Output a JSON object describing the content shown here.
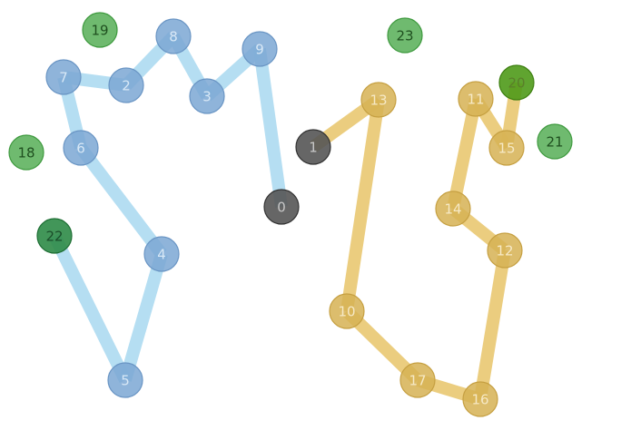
{
  "diagram": {
    "colors": {
      "blue_path": "#a8d8f0",
      "blue_node": "#7ba7d4",
      "blue_node_stroke": "#6a95c4",
      "blue_label": "#d8e8f6",
      "gold_path": "#e8c468",
      "gold_node": "#d6b154",
      "gold_node_stroke": "#c6a042",
      "gold_label": "#f6e9c6",
      "gray_node": "#555555",
      "gray_node_stroke": "#333333",
      "gray_label": "#c8c8c8",
      "green_node": "#5fb35f",
      "green_node_stroke": "#3f9a3f",
      "green_label": "#1f4f1f",
      "dark_green_node": "#2e8b47",
      "dark_green_stroke": "#1f6f35",
      "dark_green_label": "#1a4d2a",
      "olive_node": "#4f9a1a",
      "olive_stroke": "#3d7f10",
      "olive_label": "#5a7f2a"
    },
    "nodes": [
      {
        "id": "0",
        "label": "0",
        "kind": "gray"
      },
      {
        "id": "1",
        "label": "1",
        "kind": "gray"
      },
      {
        "id": "2",
        "label": "2",
        "kind": "blue"
      },
      {
        "id": "3",
        "label": "3",
        "kind": "blue"
      },
      {
        "id": "4",
        "label": "4",
        "kind": "blue"
      },
      {
        "id": "5",
        "label": "5",
        "kind": "blue"
      },
      {
        "id": "6",
        "label": "6",
        "kind": "blue"
      },
      {
        "id": "7",
        "label": "7",
        "kind": "blue"
      },
      {
        "id": "8",
        "label": "8",
        "kind": "blue"
      },
      {
        "id": "9",
        "label": "9",
        "kind": "blue"
      },
      {
        "id": "10",
        "label": "10",
        "kind": "gold"
      },
      {
        "id": "11",
        "label": "11",
        "kind": "gold"
      },
      {
        "id": "12",
        "label": "12",
        "kind": "gold"
      },
      {
        "id": "13",
        "label": "13",
        "kind": "gold"
      },
      {
        "id": "14",
        "label": "14",
        "kind": "gold"
      },
      {
        "id": "15",
        "label": "15",
        "kind": "gold"
      },
      {
        "id": "16",
        "label": "16",
        "kind": "gold"
      },
      {
        "id": "17",
        "label": "17",
        "kind": "gold"
      },
      {
        "id": "18",
        "label": "18",
        "kind": "green"
      },
      {
        "id": "19",
        "label": "19",
        "kind": "green"
      },
      {
        "id": "20",
        "label": "20",
        "kind": "olive"
      },
      {
        "id": "21",
        "label": "21",
        "kind": "green"
      },
      {
        "id": "22",
        "label": "22",
        "kind": "dark_green"
      },
      {
        "id": "23",
        "label": "23",
        "kind": "green"
      }
    ],
    "routes": [
      {
        "name": "blue-route",
        "kind": "blue",
        "sequence": [
          "22",
          "5",
          "4",
          "6",
          "7",
          "2",
          "8",
          "3",
          "9",
          "0"
        ]
      },
      {
        "name": "gold-route",
        "kind": "gold",
        "sequence": [
          "1",
          "13",
          "10",
          "17",
          "16",
          "12",
          "14",
          "11",
          "15",
          "20"
        ]
      }
    ]
  }
}
